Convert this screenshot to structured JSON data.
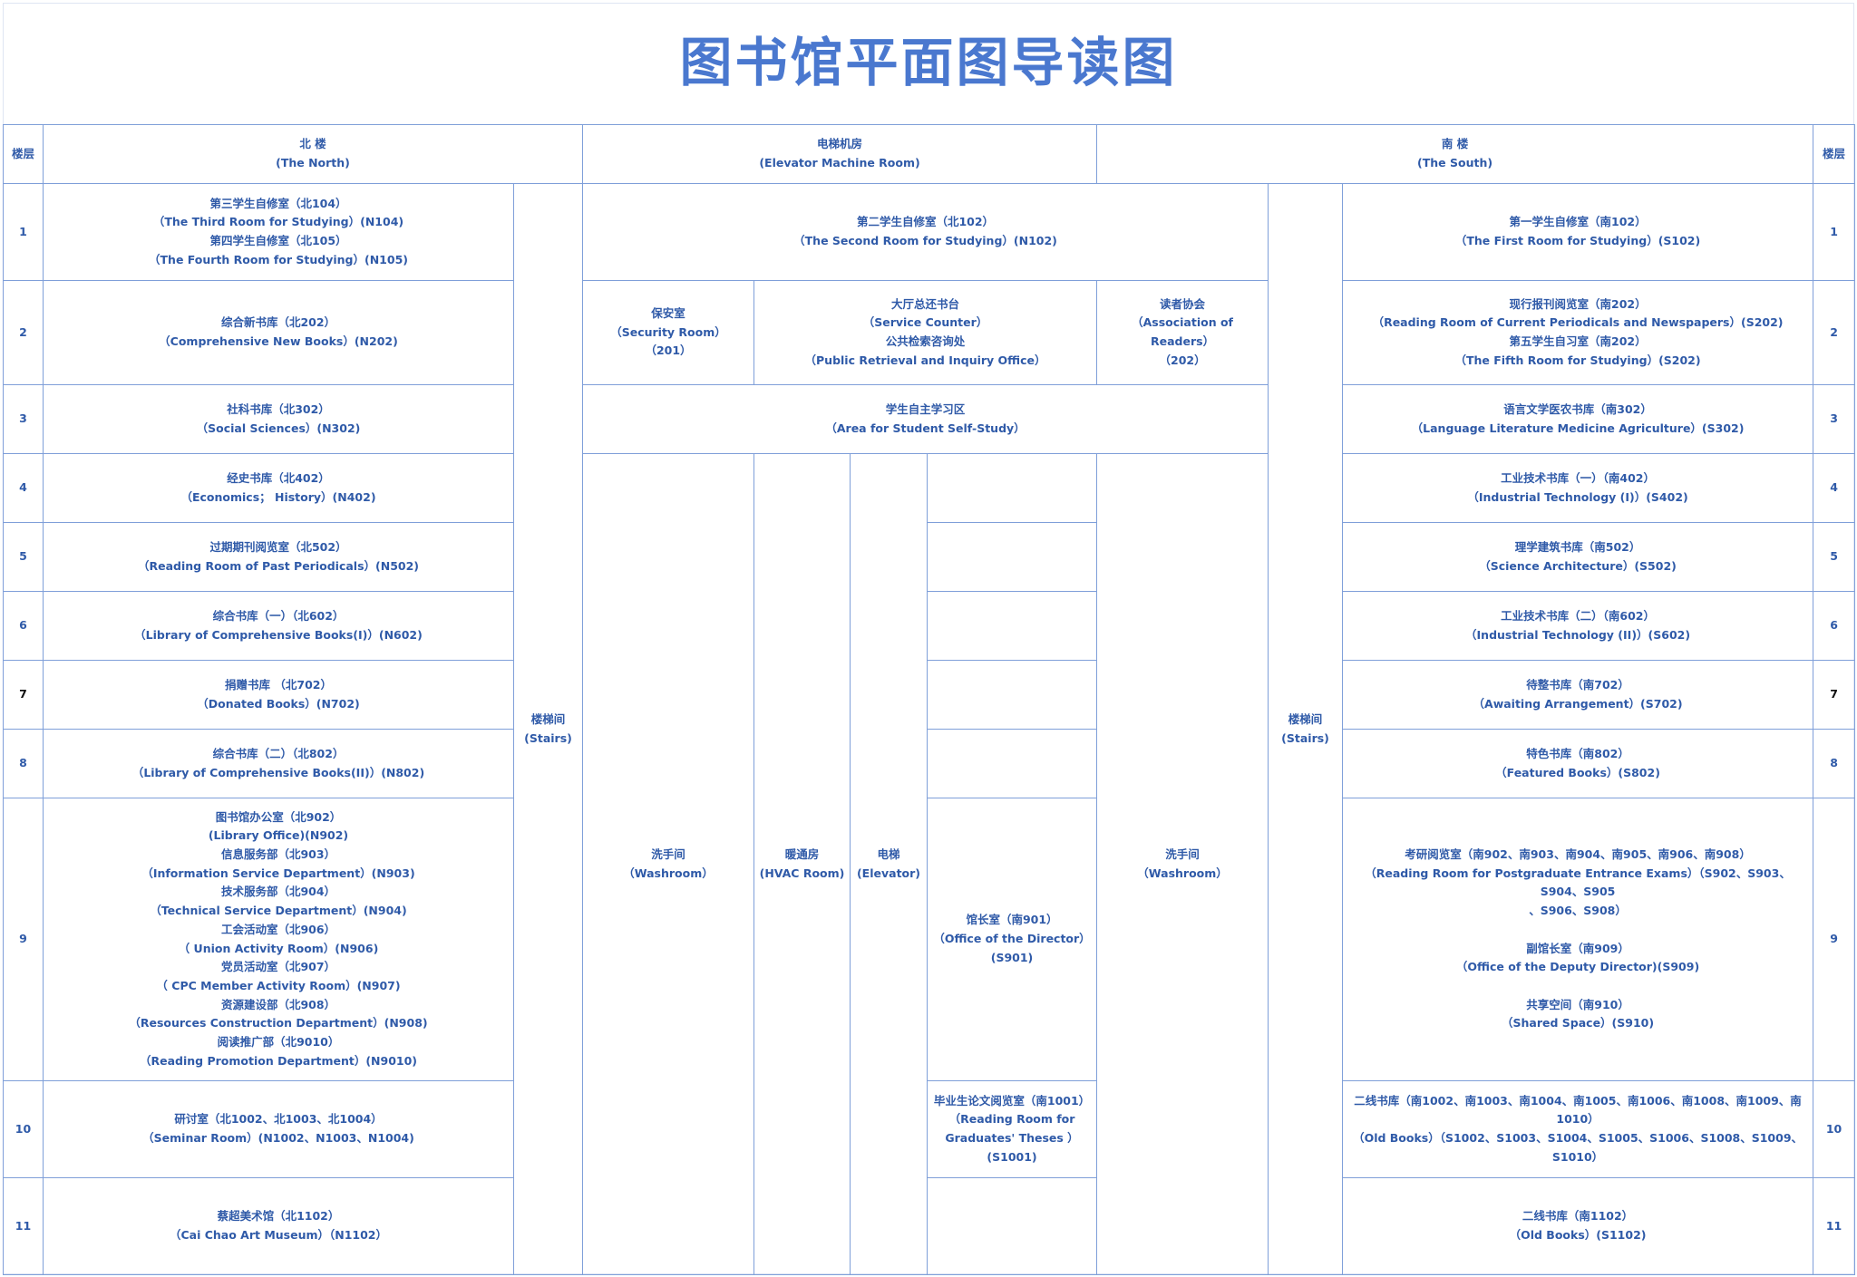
{
  "title": "图书馆平面图导读图",
  "header": {
    "floor": "楼层",
    "north": "北  楼\n(The North)",
    "elevator_room": "电梯机房\n(Elevator Machine Room)",
    "south": "南  楼\n(The South)"
  },
  "floors": [
    "1",
    "2",
    "3",
    "4",
    "5",
    "6",
    "7",
    "8",
    "9",
    "10",
    "11"
  ],
  "north": {
    "f1": "第三学生自修室（北104）\n（The Third Room for Studying）(N104)\n第四学生自修室（北105）\n（The Fourth Room for Studying）(N105)",
    "f2": "综合新书库（北202）\n（Comprehensive New Books）(N202)",
    "f3": "社科书库（北302）\n（Social Sciences）(N302)",
    "f4": "经史书库（北402）\n（Economics；  History）(N402)",
    "f5": "过期期刊阅览室（北502）\n（Reading Room of Past Periodicals）(N502)",
    "f6": "综合书库（一）（北602）\n（Library of Comprehensive Books(I)）(N602)",
    "f7": "捐赠书库 （北702）\n（Donated Books）(N702)",
    "f8": "综合书库（二）（北802）\n（Library of Comprehensive Books(II)）(N802)",
    "f9": "图书馆办公室（北902）\n(Library Office)(N902)\n信息服务部（北903）\n（Information Service Department）(N903)\n技术服务部（北904）\n（Technical Service Department）(N904)\n工会活动室（北906）\n（ Union Activity Room）(N906)\n党员活动室（北907）\n（ CPC Member Activity Room）(N907)\n资源建设部（北908）\n（Resources Construction Department）(N908)\n阅读推广部（北9010）\n（Reading Promotion Department）(N9010)",
    "f10": "研讨室（北1002、北1003、北1004）\n（Seminar Room）(N1002、N1003、N1004)",
    "f11": "蔡超美术馆（北1102）\n（Cai Chao Art Museum）（N1102）"
  },
  "stairs": "楼梯间\n(Stairs)",
  "middle": {
    "f1": "第二学生自修室（北102）\n（The Second Room for Studying）(N102)",
    "security": "保安室\n（Security Room）\n（201）",
    "service": "大厅总还书台\n（Service Counter）\n公共检索咨询处\n（Public Retrieval and Inquiry Office）",
    "readers": "读者协会\n（Association of Readers）\n（202）",
    "f3": "学生自主学习区\n（Area for Student Self-Study）",
    "washroom": "洗手间\n（Washroom）",
    "hvac": "暖通房\n(HVAC Room)",
    "elevator": "电梯\n(Elevator)",
    "director": "馆长室（南901）\n（Office of the Director）\n(S901)",
    "graduates": "毕业生论文阅览室（南1001）\n（Reading Room for\nGraduates' Theses ）(S1001)"
  },
  "south": {
    "f1": "第一学生自修室（南102）\n（The First Room for Studying）(S102)",
    "f2": "现行报刊阅览室（南202）\n（Reading Room of Current Periodicals and Newspapers）(S202)\n第五学生自习室（南202）\n（The Fifth Room for Studying）(S202)",
    "f3": "语言文学医农书库（南302）\n（Language Literature Medicine Agriculture）(S302)",
    "f4": "工业技术书库（一）（南402）\n（Industrial Technology (I)）(S402)",
    "f5": "理学建筑书库（南502）\n（Science Architecture）(S502)",
    "f6": "工业技术书库（二）（南602）\n（Industrial Technology (II)）(S602)",
    "f7": "待整书库（南702）\n（Awaiting Arrangement）(S702)",
    "f8": "特色书库（南802）\n（Featured Books）(S802)",
    "f9": "考研阅览室（南902、南903、南904、南905、南906、南908）\n（Reading Room for Postgraduate Entrance Exams）（S902、S903、S904、S905\n、S906、S908）\n\n副馆长室（南909）\n（Office of the Deputy Director)(S909)\n\n共享空间（南910）\n（Shared Space）(S910)",
    "f10": "二线书库（南1002、南1003、南1004、南1005、南1006、南1008、南1009、南1010）\n（Old Books）（S1002、S1003、S1004、S1005、S1006、S1008、S1009、S1010）",
    "f11": "二线书库（南1102）\n（Old Books）(S1102)"
  }
}
